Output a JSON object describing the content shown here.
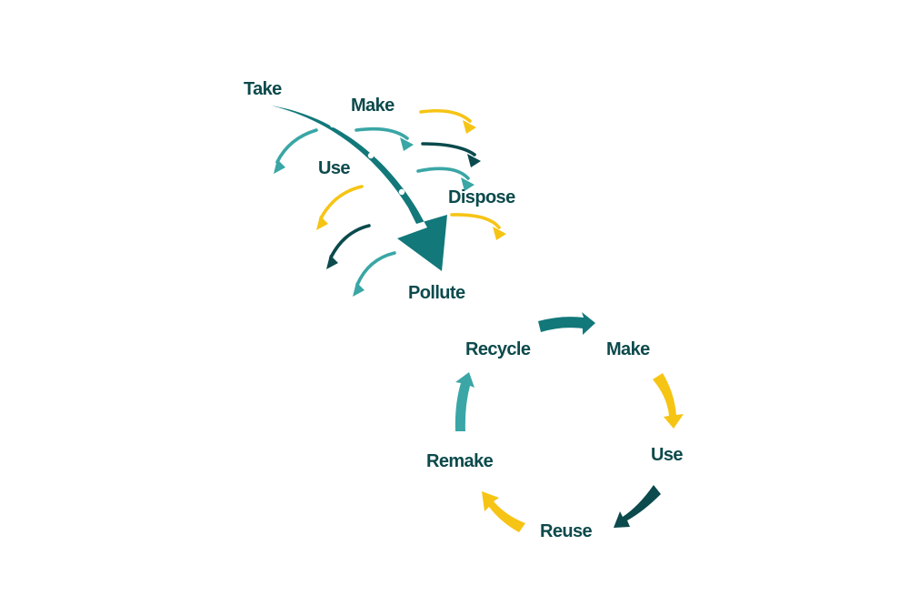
{
  "colors": {
    "text": "#0d4a4c",
    "teal": "#12787a",
    "teal_light": "#3aa6a6",
    "dark": "#0b4a4d",
    "yellow": "#f6c414",
    "dot": "#ffffff"
  },
  "linear_economy": {
    "title": "Linear economy",
    "labels": {
      "take": "Take",
      "make": "Make",
      "use": "Use",
      "dispose": "Dispose",
      "pollute": "Pollute"
    },
    "main_arrow": {
      "from": "Take",
      "to": "Pollute",
      "color": "teal",
      "dots": 3
    },
    "scatter_arrows": [
      {
        "side": "right",
        "color": "yellow"
      },
      {
        "side": "right",
        "color": "teal_light"
      },
      {
        "side": "right",
        "color": "dark"
      },
      {
        "side": "right",
        "color": "teal_light"
      },
      {
        "side": "right",
        "color": "yellow"
      },
      {
        "side": "left",
        "color": "teal_light"
      },
      {
        "side": "left",
        "color": "yellow"
      },
      {
        "side": "left",
        "color": "dark"
      },
      {
        "side": "left",
        "color": "teal_light"
      }
    ]
  },
  "circular_economy": {
    "title": "Circular economy",
    "labels": {
      "recycle": "Recycle",
      "make": "Make",
      "use": "Use",
      "reuse": "Reuse",
      "remake": "Remake"
    },
    "cycle": [
      {
        "from": "Recycle",
        "to": "Make",
        "color": "teal"
      },
      {
        "from": "Make",
        "to": "Use",
        "color": "yellow"
      },
      {
        "from": "Use",
        "to": "Reuse",
        "color": "dark"
      },
      {
        "from": "Reuse",
        "to": "Remake",
        "color": "yellow"
      },
      {
        "from": "Remake",
        "to": "Recycle",
        "color": "teal_light"
      }
    ]
  }
}
